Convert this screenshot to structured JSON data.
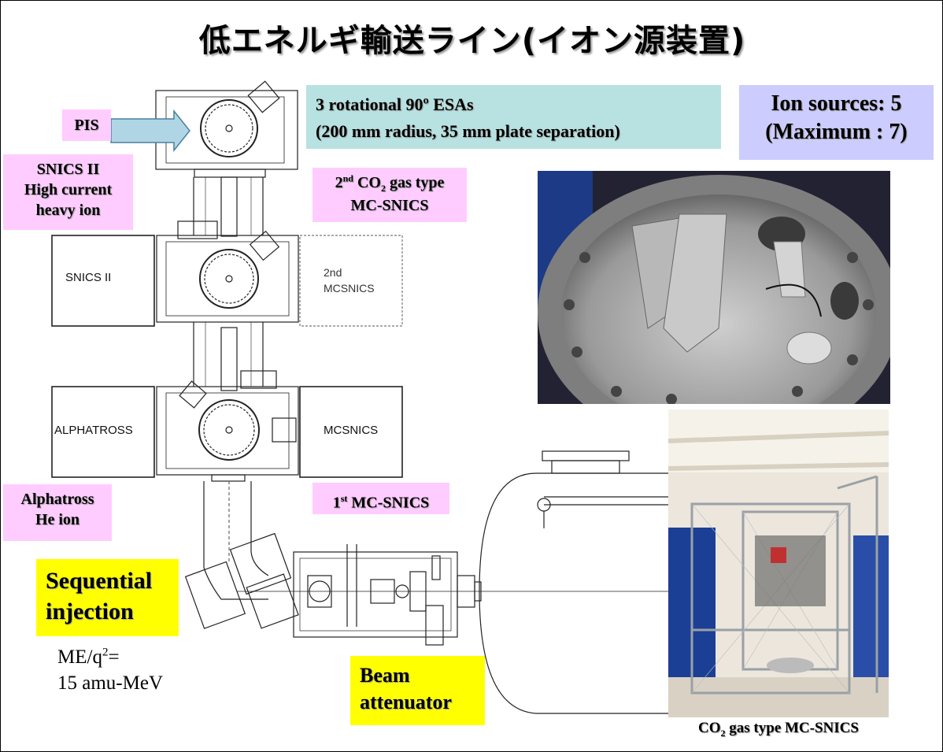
{
  "title": "低エネルギ輸送ライン(イオン源装置)",
  "esa_box": {
    "line1": "3 rotational 90º ESAs",
    "line2": "(200 mm radius, 35 mm plate separation)"
  },
  "ion_sources": {
    "line1": "Ion sources: 5",
    "line2": "(Maximum : 7)"
  },
  "labels": {
    "pis": "PIS",
    "snics2": [
      "SNICS II",
      "High current",
      "heavy ion"
    ],
    "mc2_line1_pre": "2",
    "mc2_line1_sup": "nd",
    "mc2_line1_mid": " CO",
    "mc2_line1_sub": "2",
    "mc2_line1_post": " gas type",
    "mc2_line2": "MC-SNICS",
    "mc1_pre": "1",
    "mc1_sup": "st",
    "mc1_post": " MC-SNICS",
    "alphatross": [
      "Alphatross",
      "He ion"
    ]
  },
  "diagram_text": {
    "snics2": "SNICS II",
    "mcsnics2_a": "2nd",
    "mcsnics2_b": "MCSNICS",
    "alphatross": "ALPHATROSS",
    "mcsnics": "MCSNICS"
  },
  "sequential": [
    "Sequential",
    "injection"
  ],
  "me": {
    "pre": "ME/q",
    "sup": "2",
    "post": "=",
    "line2": "15 amu-MeV"
  },
  "beam": [
    "Beam",
    "attenuator"
  ],
  "caption": {
    "pre": "CO",
    "sub": "2",
    "post": " gas type MC-SNICS"
  },
  "colors": {
    "pink": "#ffccff",
    "cyan": "#b8e2e2",
    "lavender": "#ccccff",
    "yellow": "#ffff00"
  }
}
